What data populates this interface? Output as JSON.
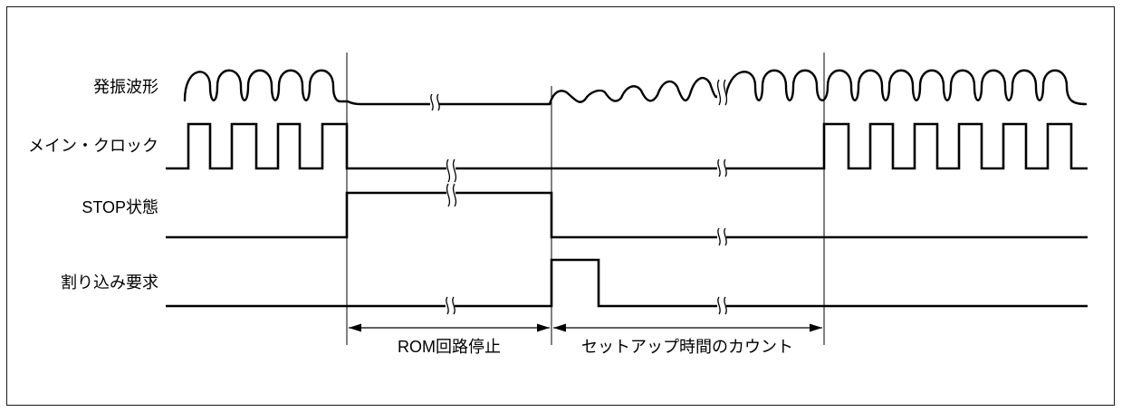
{
  "signals": [
    {
      "id": "osc",
      "label": "発振波形"
    },
    {
      "id": "clk",
      "label": "メイン・クロック"
    },
    {
      "id": "stop",
      "label": "STOP状態"
    },
    {
      "id": "irq",
      "label": "割り込み要求"
    }
  ],
  "phases": [
    {
      "id": "rom-stop",
      "label": "ROM回路停止"
    },
    {
      "id": "setup",
      "label": "セットアップ時間のカウント"
    }
  ]
}
